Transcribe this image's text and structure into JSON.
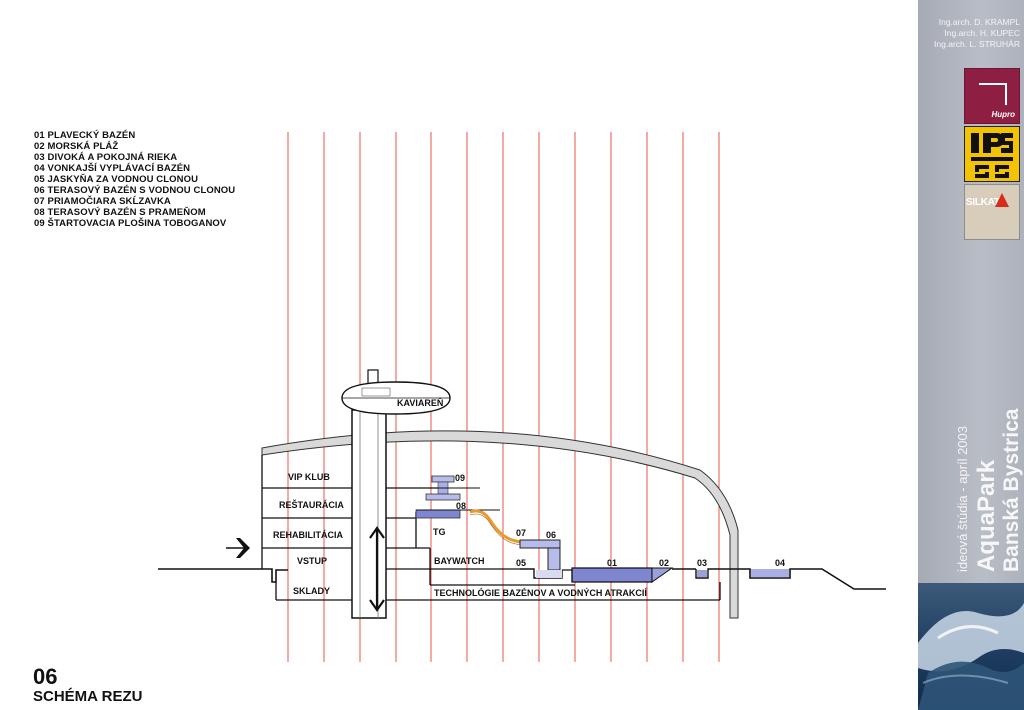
{
  "legend": [
    "01 PLAVECKÝ BAZÉN",
    "02 MORSKÁ PLÁŽ",
    "03 DIVOKÁ A POKOJNÁ RIEKA",
    "04 VONKAJŠÍ VYPLÁVACÍ BAZÉN",
    "05 JASKYŇA ZA VODNOU CLONOU",
    "06 TERASOVÝ BAZÉN S VODNOU CLONOU",
    "07 PRIAMOČIARA SKĹZAVKA",
    "08 TERASOVÝ BAZÉN S PRAMEŇOM",
    "09 ŠTARTOVACIA PLOŠINA TOBOGANOV"
  ],
  "floors": {
    "vip": "VIP KLUB",
    "restaurant": "REŠTAURÁCIA",
    "rehab": "REHABILITÁCIA",
    "entry": "VSTUP",
    "storage": "SKLADY"
  },
  "cafe": "KAVIAREŇ",
  "tg": "TG",
  "baywatch": "BAYWATCH",
  "tech": "TECHNOLÓGIE BAZÉNOV A VODNÝCH ATRAKCIÍ",
  "markers": {
    "m01": "01",
    "m02": "02",
    "m03": "03",
    "m04": "04",
    "m05": "05",
    "m06": "06",
    "m07": "07",
    "m08": "08",
    "m09": "09"
  },
  "page_number": "06",
  "page_title": "SCHÉMA REZU",
  "authors": [
    "Ing.arch. D. KRAMPL",
    "Ing.arch. H. KUPEC",
    "Ing.arch. L. STRUHÁR"
  ],
  "logos": {
    "hupro": "Hupro",
    "silkat": "SILKAT"
  },
  "study": "ideová štúdia - apríl 2003",
  "project_line1": "AquaPark",
  "project_line2": "Banská Bystrica",
  "colors": {
    "grid": "#e5453a",
    "water": "#7e86cf",
    "slide": "#e89a2a",
    "hupro": "#8f1f42",
    "ips": "#f3c200"
  }
}
